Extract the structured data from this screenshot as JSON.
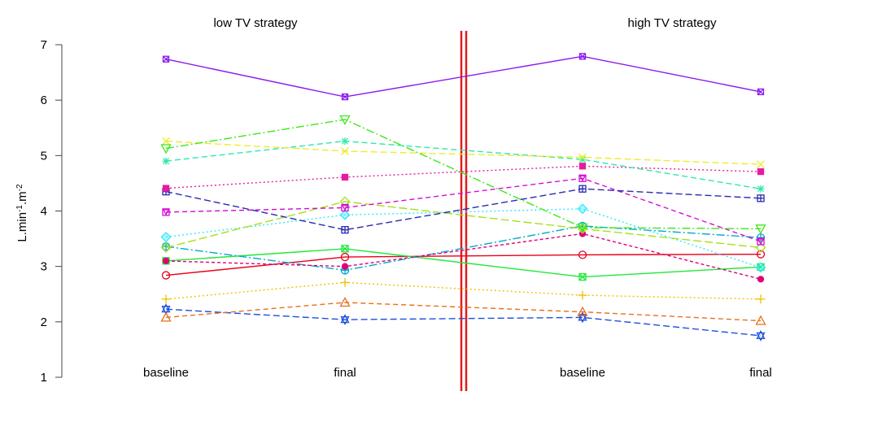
{
  "chart_data": {
    "type": "line",
    "ylabel_base": "L.min",
    "ylabel_sup1": "-1",
    "ylabel_mid": ".m",
    "ylabel_sup2": "-2",
    "ylim": [
      1,
      7
    ],
    "yticks": [
      "1",
      "2",
      "3",
      "4",
      "5",
      "6",
      "7"
    ],
    "grid": false,
    "panels": [
      {
        "title": "low TV strategy",
        "categories": [
          "baseline",
          "final"
        ]
      },
      {
        "title": "high TV strategy",
        "categories": [
          "baseline",
          "final"
        ]
      }
    ],
    "divider_color": "#e41a1c",
    "series": [
      {
        "color": "#e8001a",
        "dash": "",
        "marker": "circle-open",
        "values": [
          2.84,
          3.17,
          3.21,
          3.22
        ]
      },
      {
        "color": "#1f4fdc",
        "dash": "8,4",
        "marker": "star-of-david",
        "values": [
          2.23,
          2.04,
          2.08,
          1.75
        ]
      },
      {
        "color": "#e86e1a",
        "dash": "6,4",
        "marker": "triangle-up",
        "values": [
          2.08,
          2.35,
          2.18,
          2.02
        ]
      },
      {
        "color": "#f0c000",
        "dash": "2,3",
        "marker": "plus",
        "values": [
          2.41,
          2.71,
          2.48,
          2.41
        ]
      },
      {
        "color": "#1fe838",
        "dash": "",
        "marker": "square-x",
        "values": [
          3.1,
          3.32,
          2.81,
          2.99
        ]
      },
      {
        "color": "#00aacc",
        "dash": "10,3,2,3",
        "marker": "circle-plus",
        "values": [
          3.36,
          2.93,
          3.73,
          3.52
        ]
      },
      {
        "color": "#e0007a",
        "dash": "4,3",
        "marker": "dot",
        "values": [
          3.1,
          3.0,
          3.59,
          2.77
        ]
      },
      {
        "color": "#2ee8ff",
        "dash": "2,3",
        "marker": "diamond",
        "values": [
          3.53,
          3.93,
          4.04,
          2.98
        ]
      },
      {
        "color": "#a8e01a",
        "dash": "10,4",
        "marker": "diamond-open",
        "values": [
          3.34,
          4.17,
          3.68,
          3.34
        ]
      },
      {
        "color": "#d60ed6",
        "dash": "6,4",
        "marker": "square-tri",
        "values": [
          3.98,
          4.06,
          4.59,
          3.45
        ]
      },
      {
        "color": "#2a2ab0",
        "dash": "8,4",
        "marker": "square-plus",
        "values": [
          4.35,
          3.66,
          4.4,
          4.23
        ]
      },
      {
        "color": "#e81aa0",
        "dash": "2,3",
        "marker": "square-filled",
        "values": [
          4.41,
          4.61,
          4.81,
          4.71
        ]
      },
      {
        "color": "#2ee8b0",
        "dash": "7,4",
        "marker": "asterisk",
        "values": [
          4.9,
          5.26,
          4.93,
          4.4
        ]
      },
      {
        "color": "#ecec2e",
        "dash": "8,4",
        "marker": "x",
        "values": [
          5.26,
          5.08,
          4.97,
          4.84
        ]
      },
      {
        "color": "#3ee81a",
        "dash": "10,3,2,3",
        "marker": "triangle-down",
        "values": [
          5.13,
          5.65,
          3.7,
          3.68
        ]
      },
      {
        "color": "#8a1aee",
        "dash": "",
        "marker": "square-cross",
        "values": [
          6.74,
          6.06,
          6.79,
          6.15
        ]
      }
    ]
  }
}
